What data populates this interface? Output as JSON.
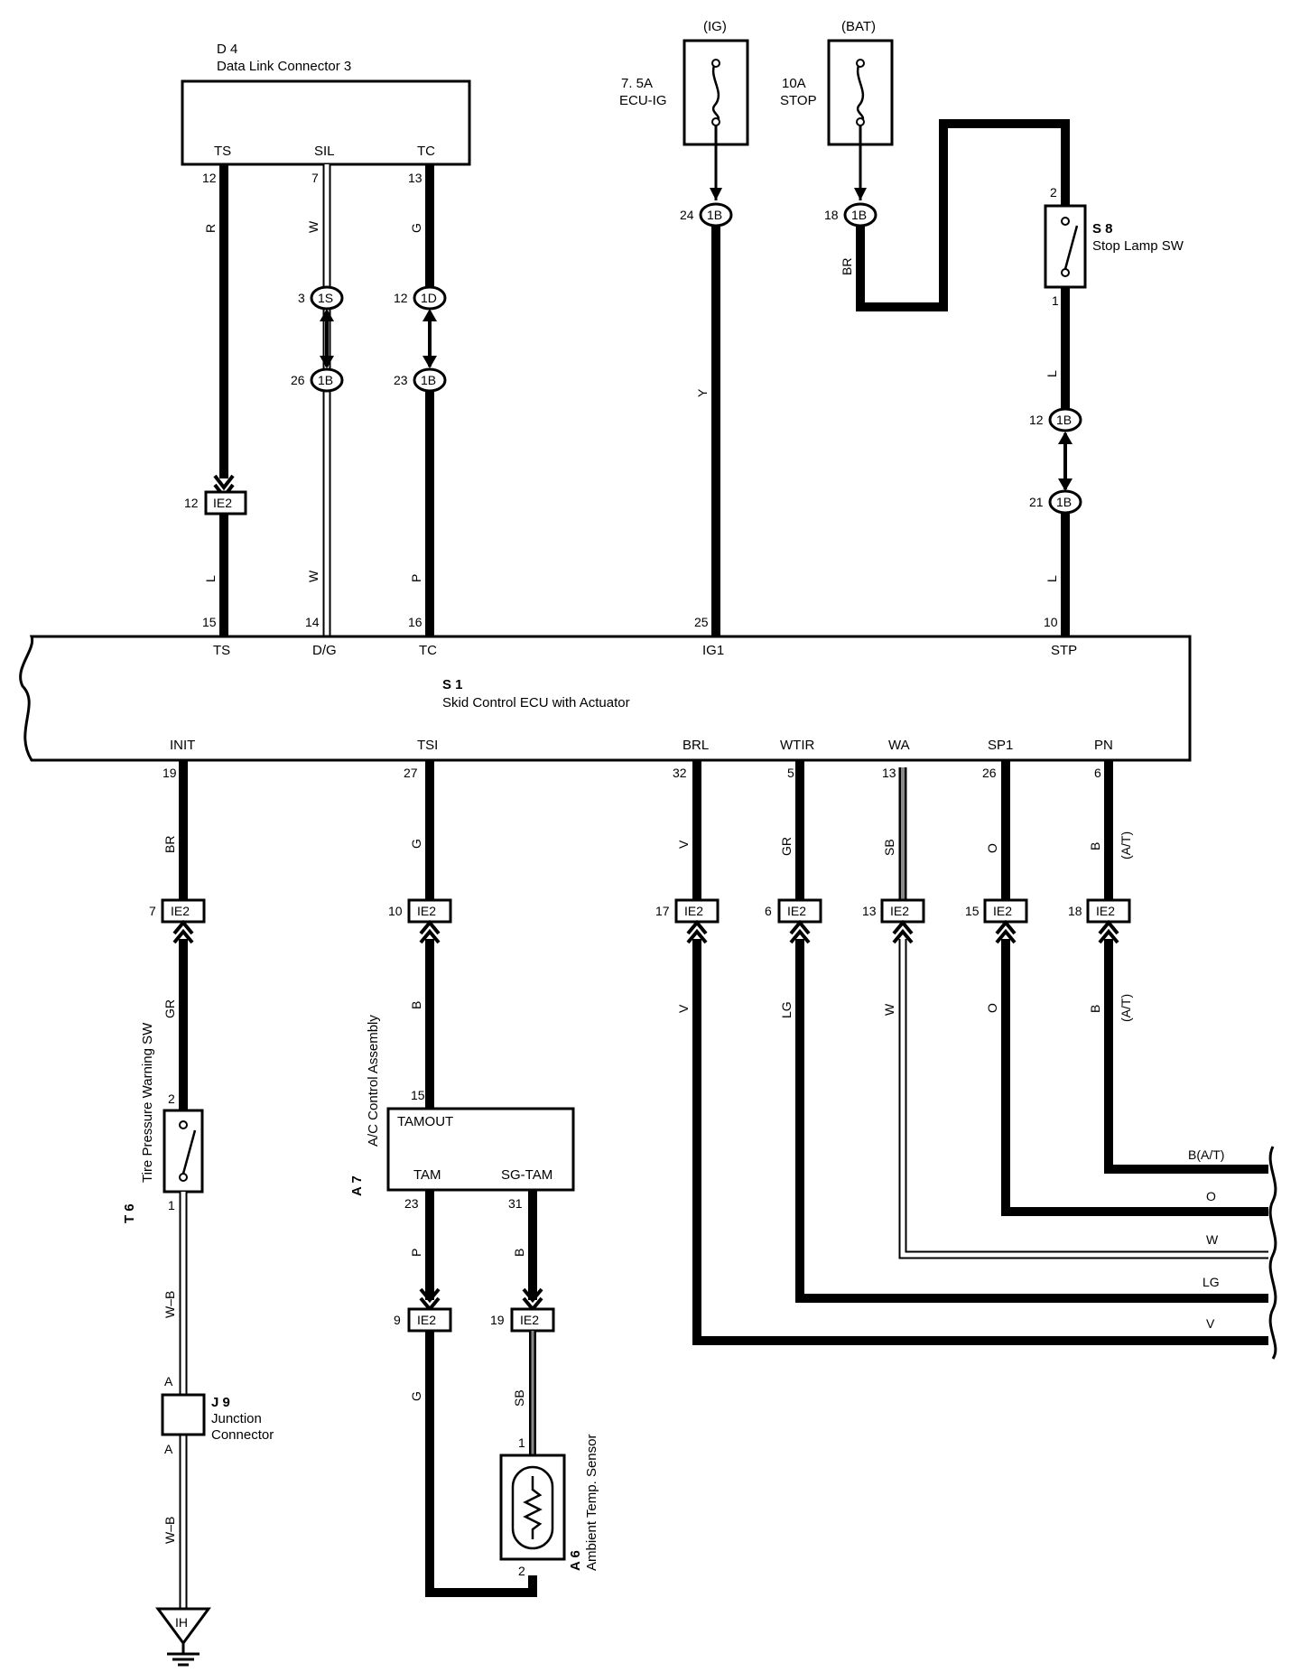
{
  "components": {
    "dlc": {
      "code": "D 4",
      "name": "Data Link Connector 3",
      "pins": {
        "ts": "TS",
        "sil": "SIL",
        "tc": "TC"
      }
    },
    "fuse_ig": {
      "source": "(IG)",
      "rating": "7. 5A",
      "name": "ECU-IG"
    },
    "fuse_bat": {
      "source": "(BAT)",
      "rating": "10A",
      "name": "STOP"
    },
    "stop_lamp": {
      "code": "S 8",
      "name": "Stop Lamp SW"
    },
    "ecu": {
      "code": "S 1",
      "name": "Skid Control ECU with Actuator",
      "top_pins": [
        "TS",
        "D/G",
        "TC",
        "IG1",
        "STP"
      ],
      "bottom_pins": [
        "INIT",
        "TSI",
        "BRL",
        "WTIR",
        "WA",
        "SP1",
        "PN"
      ]
    },
    "tpw_sw": {
      "code": "T 6",
      "name": "Tire Pressure Warning SW"
    },
    "junction": {
      "code": "J 9",
      "name1": "Junction",
      "name2": "Connector",
      "pin": "A"
    },
    "ac": {
      "code": "A 7",
      "name": "A/C Control Assembly",
      "pins": {
        "tamout": "TAMOUT",
        "tam": "TAM",
        "sgtam": "SG-TAM"
      }
    },
    "ambient": {
      "code": "A 6",
      "name": "Ambient Temp.  Sensor"
    },
    "ground": {
      "label": "IH"
    }
  },
  "connectors": {
    "ie2": "IE2",
    "b1": "1B",
    "s1": "1S",
    "d1": "1D"
  },
  "pins": {
    "p12": "12",
    "p7": "7",
    "p13": "13",
    "p3": "3",
    "p26": "26",
    "p23": "23",
    "p24": "24",
    "p18": "18",
    "p2": "2",
    "p1": "1",
    "p21": "21",
    "p15": "15",
    "p14": "14",
    "p16": "16",
    "p25": "25",
    "p10": "10",
    "p19": "19",
    "p27": "27",
    "p32": "32",
    "p5": "5",
    "p6": "6",
    "p17": "17",
    "p9": "9",
    "p31": "31"
  },
  "wire_colors": {
    "r": "R",
    "w": "W",
    "g": "G",
    "l": "L",
    "p": "P",
    "y": "Y",
    "br": "BR",
    "gr": "GR",
    "v": "V",
    "sb": "SB",
    "o": "O",
    "b": "B",
    "at": "(A/T)",
    "lg": "LG",
    "wb": "W–B",
    "bat": "B(A/T)"
  }
}
